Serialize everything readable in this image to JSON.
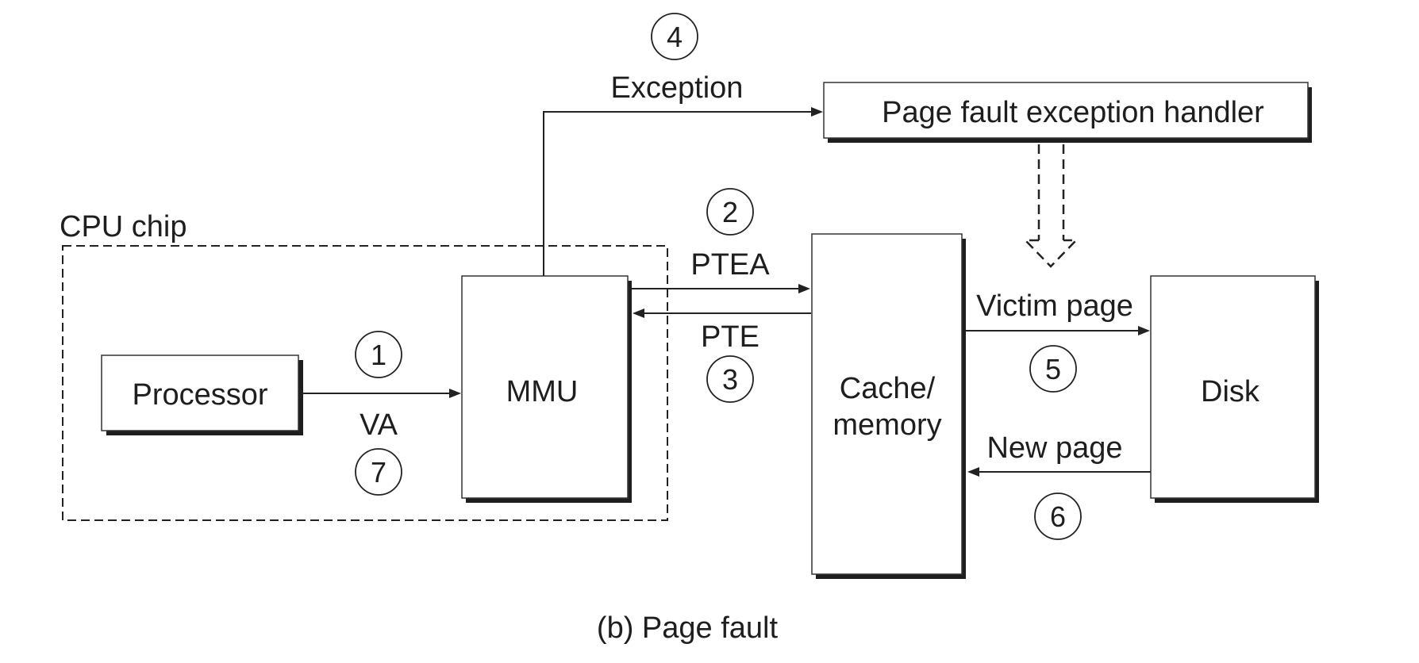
{
  "diagram": {
    "caption": "(b) Page fault",
    "container_label": "CPU chip",
    "components": {
      "processor": "Processor",
      "mmu": "MMU",
      "cache_line1": "Cache/",
      "cache_line2": "memory",
      "disk": "Disk",
      "handler": "Page fault exception handler"
    },
    "edges": {
      "va": "VA",
      "ptea": "PTEA",
      "pte": "PTE",
      "exception": "Exception",
      "victim_page": "Victim page",
      "new_page": "New page"
    },
    "steps": {
      "s1": "1",
      "s2": "2",
      "s3": "3",
      "s4": "4",
      "s5": "5",
      "s6": "6",
      "s7": "7"
    },
    "colors": {
      "ink": "#1e1e1e",
      "background": "#ffffff"
    }
  }
}
